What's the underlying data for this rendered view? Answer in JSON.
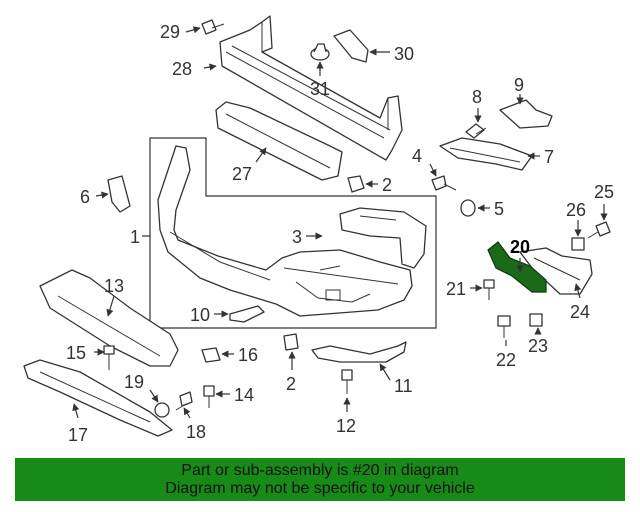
{
  "banner": {
    "line1": "Part or sub-assembly is #20 in diagram",
    "line2": "Diagram may not be specific to your vehicle",
    "color": "#178a17"
  },
  "highlight_color": "#1a6a1a",
  "callouts": {
    "c1": "1",
    "c2a": "2",
    "c2b": "2",
    "c3": "3",
    "c4": "4",
    "c5": "5",
    "c6": "6",
    "c7": "7",
    "c8": "8",
    "c9": "9",
    "c10": "10",
    "c11": "11",
    "c12": "12",
    "c13": "13",
    "c14": "14",
    "c15": "15",
    "c16": "16",
    "c17": "17",
    "c18": "18",
    "c19": "19",
    "c20": "20",
    "c21": "21",
    "c22": "22",
    "c23": "23",
    "c24": "24",
    "c25": "25",
    "c26": "26",
    "c27": "27",
    "c28": "28",
    "c29": "29",
    "c30": "30",
    "c31": "31"
  }
}
